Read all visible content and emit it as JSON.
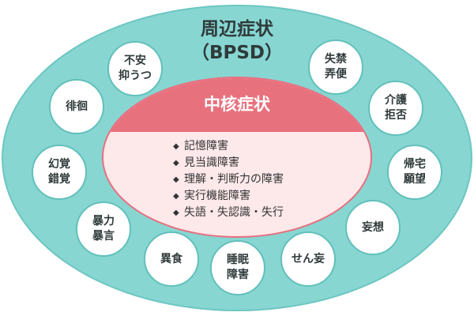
{
  "bpsd": {
    "title_line1": "周辺症状",
    "title_line2": "（BPSD）",
    "symptoms": {
      "anxiety_depression": "不安\n抑うつ",
      "wandering": "徘徊",
      "hallucination": "幻覚\n錯覚",
      "violence": "暴力\n暴言",
      "pica": "異食",
      "sleep_disorder": "睡眠\n障害",
      "delirium": "せん妄",
      "delusion": "妄想",
      "homing_desire": "帰宅\n願望",
      "care_refusal": "介護\n拒否",
      "incontinence": "失禁\n弄便"
    }
  },
  "core": {
    "title": "中核症状",
    "items": [
      "記憶障害",
      "見当識障害",
      "理解・判断力の障害",
      "実行機能障害",
      "失語・失認識・失行"
    ]
  },
  "colors": {
    "outer_fill": "#87d6d2",
    "inner_header": "#e8717e",
    "inner_fill": "#fde8ea"
  }
}
